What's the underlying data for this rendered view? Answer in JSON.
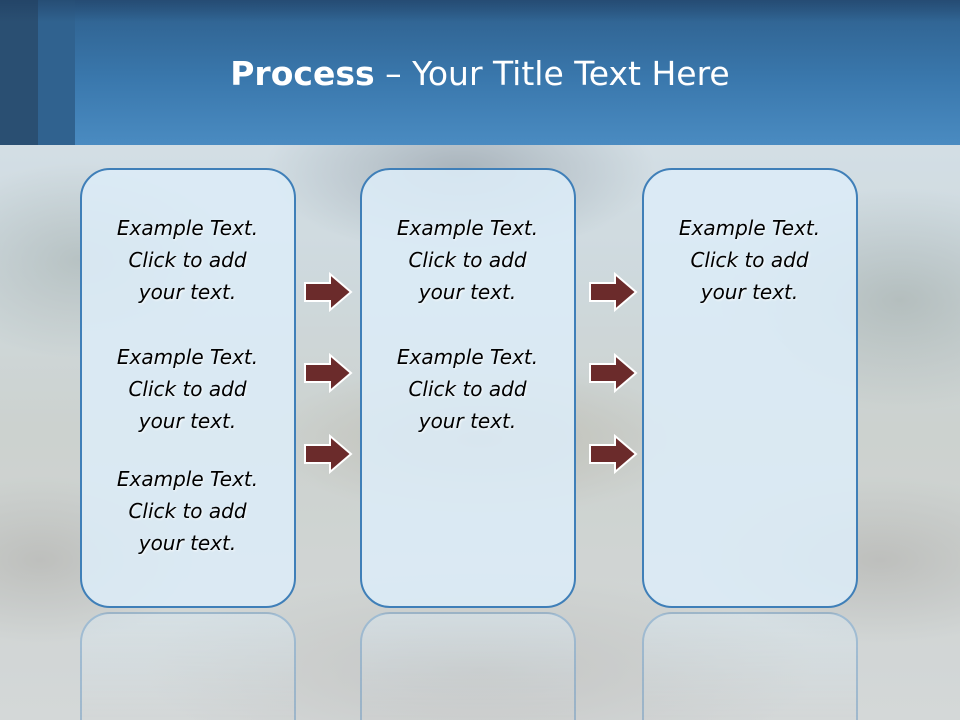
{
  "slide": {
    "title_bold": "Process",
    "title_rest": " – Your Title Text Here"
  },
  "columns": [
    {
      "blocks": [
        {
          "line1": "Example Text.",
          "line2": "Click  to add",
          "line3": "your text."
        },
        {
          "line1": "Example Text.",
          "line2": "Click  to add",
          "line3": "your text."
        },
        {
          "line1": "Example Text.",
          "line2": "Click  to add",
          "line3": "your text."
        }
      ]
    },
    {
      "blocks": [
        {
          "line1": "Example Text.",
          "line2": "Click  to add",
          "line3": "your text."
        },
        {
          "line1": "Example Text.",
          "line2": "Click  to add",
          "line3": "your text."
        }
      ]
    },
    {
      "blocks": [
        {
          "line1": "Example Text.",
          "line2": "Click  to add",
          "line3": "your text."
        }
      ]
    }
  ],
  "colors": {
    "header": "#3a78ad",
    "panel_border": "#3f7fb8",
    "panel_fill": "#dcecf7",
    "arrow_fill": "#6b2b2b",
    "title_text": "#ffffff"
  },
  "icons": {
    "arrow": "right-arrow-icon"
  }
}
